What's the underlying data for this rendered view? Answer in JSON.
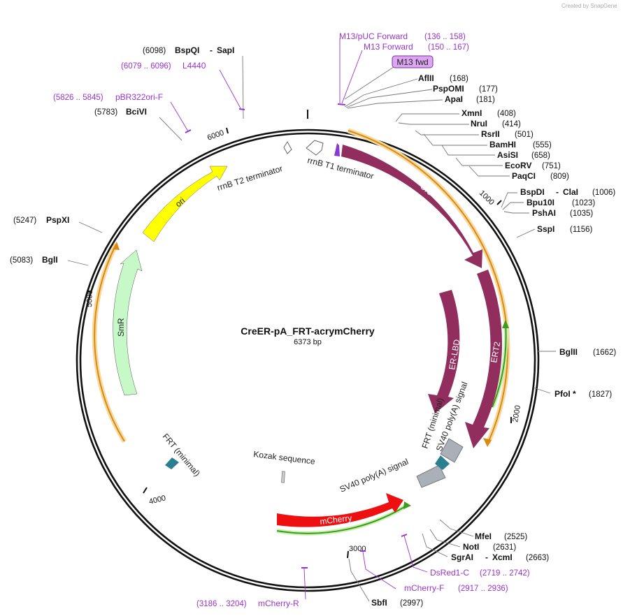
{
  "title": "CreER-pA_FRT-acrymCherry",
  "subtitle": "6373 bp",
  "credit": "Created by SnapGene",
  "ticks": [
    "1000",
    "2000",
    "3000",
    "4000",
    "5000",
    "6000"
  ],
  "colors": {
    "backbone": "#111111",
    "cre": "#922e5e",
    "orange_arc": "#f0a020",
    "green_arc": "#40a020",
    "mcherry": "#e81010",
    "ori": "#ffff00",
    "smr": "#c7f8c7",
    "frt": "#2a8090",
    "polyA": "#a9b0b8",
    "primer": "#9a33cc",
    "m13_box": "#dca6f2"
  },
  "m13_box": {
    "label": "M13 fwd"
  },
  "sites": [
    {
      "name": "BspQI",
      "name2": "SapI",
      "pos": "(6098)"
    },
    {
      "name": "BciVI",
      "pos": "(5783)"
    },
    {
      "name": "PspXI",
      "pos": "(5247)"
    },
    {
      "name": "BglI",
      "pos": "(5083)"
    },
    {
      "name": "AflII",
      "pos": "(168)"
    },
    {
      "name": "PspOMI",
      "pos": "(177)"
    },
    {
      "name": "ApaI",
      "pos": "(181)"
    },
    {
      "name": "XmnI",
      "pos": "(408)"
    },
    {
      "name": "NruI",
      "pos": "(414)"
    },
    {
      "name": "RsrII",
      "pos": "(501)"
    },
    {
      "name": "BamHI",
      "pos": "(555)"
    },
    {
      "name": "AsiSI",
      "pos": "(658)"
    },
    {
      "name": "EcoRV",
      "pos": "(751)"
    },
    {
      "name": "PaqCI",
      "pos": "(809)"
    },
    {
      "name": "BspDI",
      "name2": "ClaI",
      "pos": "(1006)"
    },
    {
      "name": "Bpu10I",
      "pos": "(1023)"
    },
    {
      "name": "PshAI",
      "pos": "(1035)"
    },
    {
      "name": "SspI",
      "pos": "(1156)"
    },
    {
      "name": "BglII",
      "pos": "(1662)"
    },
    {
      "name": "PfoI *",
      "pos": "(1827)"
    },
    {
      "name": "MfeI",
      "pos": "(2525)"
    },
    {
      "name": "NotI",
      "pos": "(2631)"
    },
    {
      "name": "SgrAI",
      "name2": "XcmI",
      "pos": "(2663)"
    },
    {
      "name": "SbfI",
      "pos": "(2997)"
    }
  ],
  "primers": [
    {
      "name": "M13/pUC Forward",
      "pos": "(136 .. 158)"
    },
    {
      "name": "M13 Forward",
      "pos": "(150 .. 167)"
    },
    {
      "name": "L4440",
      "pos": "(6079 .. 6096)"
    },
    {
      "name": "pBR322ori-F",
      "pos": "(5826 .. 5845)"
    },
    {
      "name": "DsRed1-C",
      "pos": "(2719 .. 2742)"
    },
    {
      "name": "mCherry-F",
      "pos": "(2917 .. 2936)"
    },
    {
      "name": "mCherry-R",
      "pos": "(3186 .. 3204)"
    }
  ],
  "features": [
    {
      "name": "Cre"
    },
    {
      "name": "ERT2"
    },
    {
      "name": "ER-LBD"
    },
    {
      "name": "mCherry"
    },
    {
      "name": "ori"
    },
    {
      "name": "SmR"
    },
    {
      "name": "rrnB T1 terminator"
    },
    {
      "name": "rrnB T2 terminator"
    },
    {
      "name": "SV40 poly(A) signal"
    },
    {
      "name": "FRT (minimal)"
    },
    {
      "name": "Kozak sequence"
    }
  ]
}
